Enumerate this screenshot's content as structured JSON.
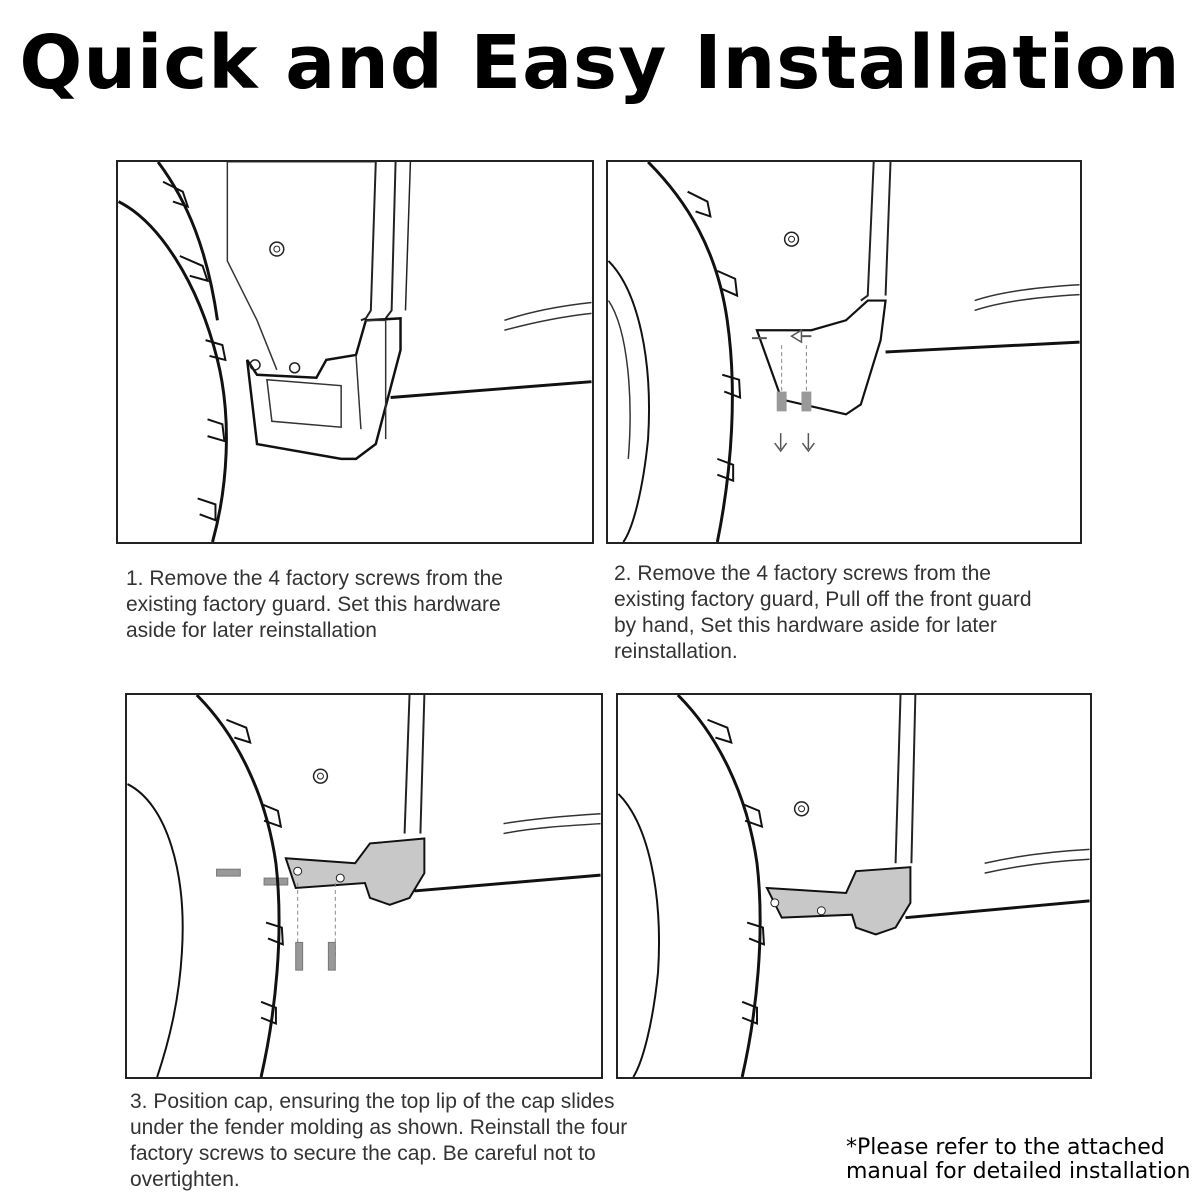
{
  "title": "Quick and Easy Installation",
  "steps": [
    {
      "caption": "1. Remove the 4 factory screws from the\nexisting factory guard. Set this hardware\naside for later reinstallation"
    },
    {
      "caption": "2. Remove the 4 factory screws from the\nexisting factory guard, Pull off the front guard\nby hand, Set this hardware aside for later\nreinstallation."
    },
    {
      "caption": "3. Position cap, ensuring the top lip of the cap slides\nunder the fender molding as shown. Reinstall the four\nfactory screws to secure the cap. Be careful not to\novertighten."
    }
  ],
  "note": "*Please refer to the attached\nmanual for detailed installation",
  "colors": {
    "line": "#1a1a1a",
    "guard_fill": "#c8c8c8",
    "screw": "#888888"
  },
  "icons": [
    "screw-icon",
    "arrow-down-icon",
    "arrow-left-icon",
    "mud-guard-cap"
  ]
}
